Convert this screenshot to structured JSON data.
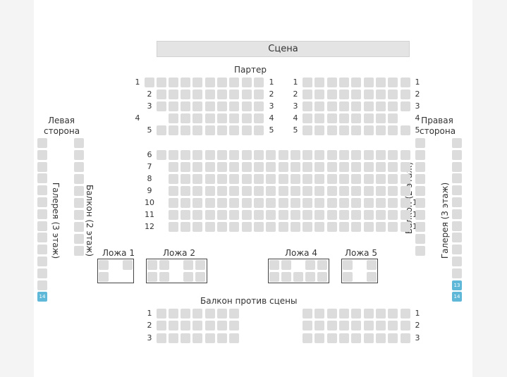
{
  "stage": "Сцена",
  "parter": "Партер",
  "balcony_opposite": "Балкон против сцены",
  "left_side": [
    "Левая",
    "сторона"
  ],
  "right_side": [
    "Правая",
    "сторона"
  ],
  "balcony_2": "Балкон (2 этаж)",
  "gallery_3": "Галерея (3 этаж)",
  "loges": [
    "Ложа 1",
    "Ложа 2",
    "Ложа 4",
    "Ложа 5"
  ],
  "free_seats": [
    {
      "section": "gallery-left",
      "label": "14"
    },
    {
      "section": "gallery-right",
      "label": "13"
    },
    {
      "section": "gallery-right",
      "label": "14"
    }
  ],
  "parter_rows": [
    "1",
    "2",
    "3",
    "4",
    "5",
    "6",
    "7",
    "8",
    "9",
    "10",
    "11",
    "12"
  ],
  "balcony_rows": [
    "1",
    "2",
    "3"
  ],
  "colors": {
    "taken": "#dcdcdc",
    "free": "#5fb8d8",
    "stage": "#e4e4e4"
  }
}
